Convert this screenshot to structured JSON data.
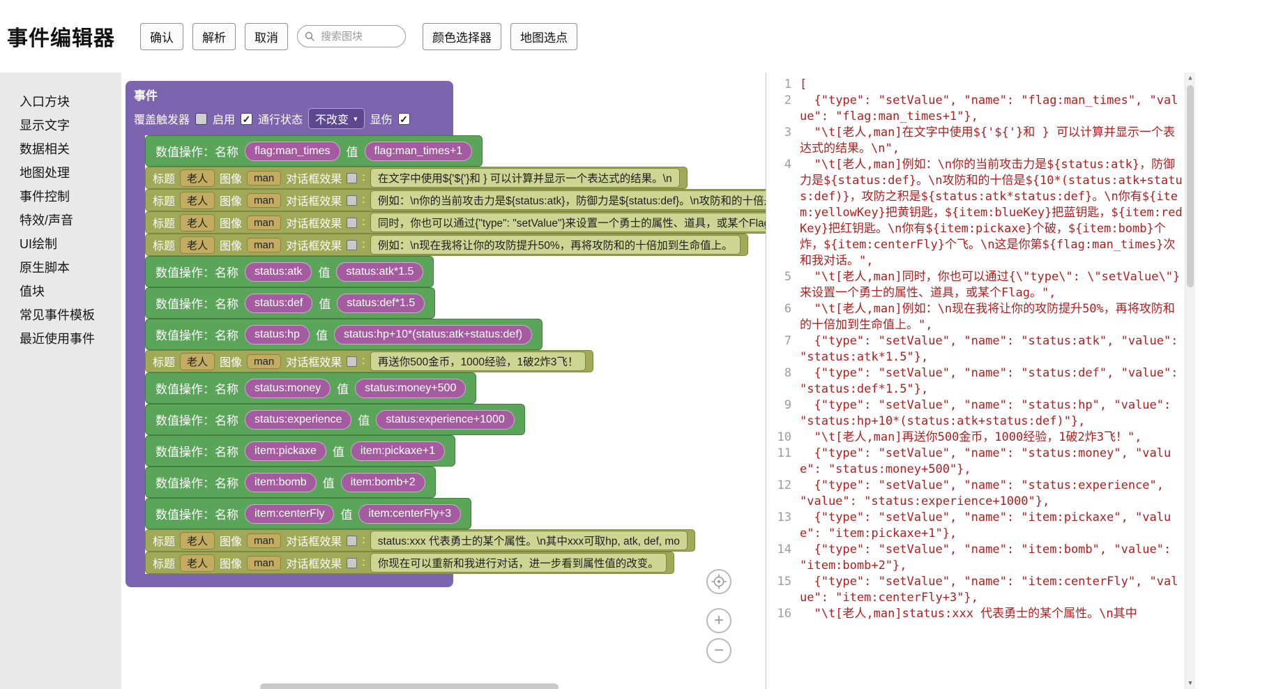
{
  "header": {
    "title": "事件编辑器",
    "confirm": "确认",
    "parse": "解析",
    "cancel": "取消",
    "search_placeholder": "搜索图块",
    "color_picker": "颜色选择器",
    "map_pick": "地图选点"
  },
  "icons": {
    "dropdown_arrow": "▾",
    "check": "✓",
    "plus": "+",
    "minus": "−",
    "scroll_up": "▲",
    "scroll_down": "▼"
  },
  "toolbox": {
    "items": [
      "入口方块",
      "显示文字",
      "数据相关",
      "地图处理",
      "事件控制",
      "特效/声音",
      "UI绘制",
      "原生脚本",
      "值块",
      "常见事件模板",
      "最近使用事件"
    ]
  },
  "workspace": {
    "event_block": {
      "title": "事件",
      "override_trigger_label": "覆盖触发器",
      "override_trigger_checked": false,
      "enable_label": "启用",
      "enable_checked": true,
      "pass_state_label": "通行状态",
      "pass_state_value": "不改变",
      "display_damage_label": "显伤",
      "display_damage_checked": true
    },
    "labels": {
      "setvalue_name": "数值操作：名称",
      "setvalue_value": "值",
      "text_title": "标题",
      "text_image": "图像",
      "text_effect": "对话框效果",
      "text_colon": ":"
    },
    "blocks": [
      {
        "type": "setvalue",
        "name": "flag:man_times",
        "value": "flag:man_times+1"
      },
      {
        "type": "text",
        "title": "老人",
        "image": "man",
        "text": "在文字中使用${'${'}和 } 可以计算并显示一个表达式的结果。\\n"
      },
      {
        "type": "text",
        "title": "老人",
        "image": "man",
        "text": "例如：\\n你的当前攻击力是${status:atk}，防御力是${status:def}。\\n攻防和的十倍是${10*(status:atk+status:def)}，攻防之积是${status:atk*status:def}。"
      },
      {
        "type": "text",
        "title": "老人",
        "image": "man",
        "text": "同时，你也可以通过{\"type\": \"setValue\"}来设置一个勇士的属性、道具，或某个Flag。"
      },
      {
        "type": "text",
        "title": "老人",
        "image": "man",
        "text": "例如：\\n现在我将让你的攻防提升50%，再将攻防和的十倍加到生命值上。"
      },
      {
        "type": "setvalue",
        "name": "status:atk",
        "value": "status:atk*1.5"
      },
      {
        "type": "setvalue",
        "name": "status:def",
        "value": "status:def*1.5"
      },
      {
        "type": "setvalue",
        "name": "status:hp",
        "value": "status:hp+10*(status:atk+status:def)"
      },
      {
        "type": "text",
        "title": "老人",
        "image": "man",
        "text": "再送你500金币，1000经验，1破2炸3飞！"
      },
      {
        "type": "setvalue",
        "name": "status:money",
        "value": "status:money+500"
      },
      {
        "type": "setvalue",
        "name": "status:experience",
        "value": "status:experience+1000"
      },
      {
        "type": "setvalue",
        "name": "item:pickaxe",
        "value": "item:pickaxe+1"
      },
      {
        "type": "setvalue",
        "name": "item:bomb",
        "value": "item:bomb+2"
      },
      {
        "type": "setvalue",
        "name": "item:centerFly",
        "value": "item:centerFly+3"
      },
      {
        "type": "text",
        "title": "老人",
        "image": "man",
        "text": "status:xxx 代表勇士的某个属性。\\n其中xxx可取hp, atk, def, mo"
      },
      {
        "type": "text",
        "title": "老人",
        "image": "man",
        "text": "你现在可以重新和我进行对话，进一步看到属性值的改变。"
      }
    ]
  },
  "code_panel": {
    "lines": [
      "[",
      "  {\"type\": \"setValue\", \"name\": \"flag:man_times\", \"value\": \"flag:man_times+1\"},",
      "  \"\\t[老人,man]在文字中使用${'${'}和 } 可以计算并显示一个表达式的结果。\\n\",",
      "  \"\\t[老人,man]例如：\\n你的当前攻击力是${status:atk}，防御力是${status:def}。\\n攻防和的十倍是${10*(status:atk+status:def)}，攻防之积是${status:atk*status:def}。\\n你有${item:yellowKey}把黄钥匙，${item:blueKey}把蓝钥匙，${item:redKey}把红钥匙。\\n你有${item:pickaxe}个破，${item:bomb}个炸，${item:centerFly}个飞。\\n这是你第${flag:man_times}次和我对话。\",",
      "  \"\\t[老人,man]同时，你也可以通过{\\\"type\\\": \\\"setValue\\\"}来设置一个勇士的属性、道具，或某个Flag。\",",
      "  \"\\t[老人,man]例如：\\n现在我将让你的攻防提升50%，再将攻防和的十倍加到生命值上。\",",
      "  {\"type\": \"setValue\", \"name\": \"status:atk\", \"value\": \"status:atk*1.5\"},",
      "  {\"type\": \"setValue\", \"name\": \"status:def\", \"value\": \"status:def*1.5\"},",
      "  {\"type\": \"setValue\", \"name\": \"status:hp\", \"value\": \"status:hp+10*(status:atk+status:def)\"},",
      "  \"\\t[老人,man]再送你500金币，1000经验，1破2炸3飞！\",",
      "  {\"type\": \"setValue\", \"name\": \"status:money\", \"value\": \"status:money+500\"},",
      "  {\"type\": \"setValue\", \"name\": \"status:experience\", \"value\": \"status:experience+1000\"},",
      "  {\"type\": \"setValue\", \"name\": \"item:pickaxe\", \"value\": \"item:pickaxe+1\"},",
      "  {\"type\": \"setValue\", \"name\": \"item:bomb\", \"value\": \"item:bomb+2\"},",
      "  {\"type\": \"setValue\", \"name\": \"item:centerFly\", \"value\": \"item:centerFly+3\"},",
      "  \"\\t[老人,man]status:xxx 代表勇士的某个属性。\\n其中"
    ]
  }
}
